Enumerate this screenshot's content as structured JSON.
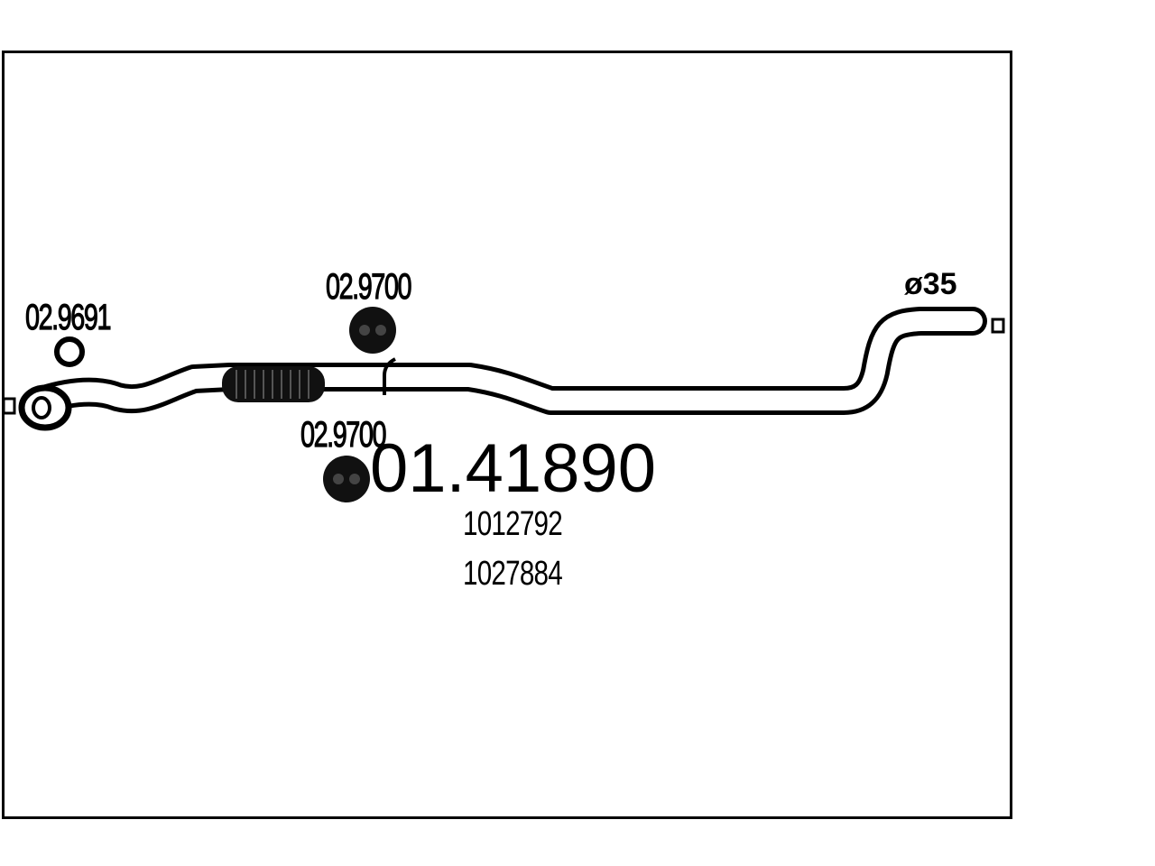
{
  "diagram": {
    "part_number": "01.41890",
    "oem_numbers": [
      "1012792",
      "1027884"
    ],
    "components": [
      {
        "code": "02.9691",
        "kind": "gasket-ring"
      },
      {
        "code": "02.9700",
        "kind": "rubber-hanger"
      },
      {
        "code": "02.9700",
        "kind": "rubber-hanger"
      }
    ],
    "outlet_diameter_label": "ø35"
  }
}
